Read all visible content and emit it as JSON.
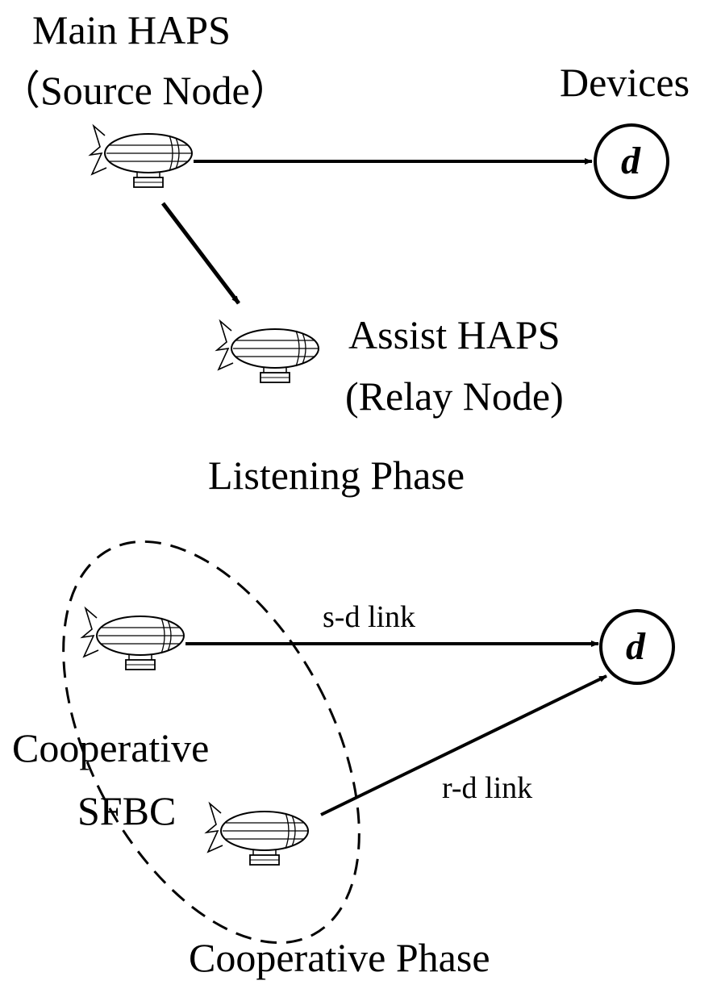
{
  "listening": {
    "main_haps_line1": "Main HAPS",
    "main_haps_line2": "（Source Node）",
    "devices": "Devices",
    "device_letter": "d",
    "assist_haps_line1": "Assist HAPS",
    "assist_haps_line2": "(Relay Node)",
    "phase_label": "Listening Phase"
  },
  "cooperative": {
    "sd_link": "s-d link",
    "rd_link": "r-d link",
    "sfbc_line1": "Cooperative",
    "sfbc_line2": "SFBC",
    "device_letter": "d",
    "phase_label": "Cooperative Phase"
  }
}
